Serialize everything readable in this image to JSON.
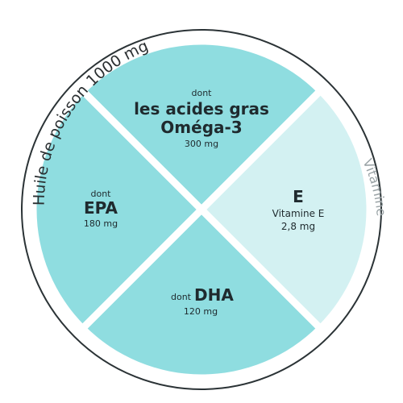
{
  "diagram": {
    "left_arc_label": "Huile de poisson 1000 mg",
    "right_arc_label": "Vitamine",
    "colors": {
      "dark_segment": "#8fdde0",
      "light_segment": "#d3f1f2",
      "outer_ring": "#2b3336",
      "separator": "#ffffff"
    },
    "quadrants": {
      "top": {
        "line1": "dont",
        "line2": "les acides gras",
        "line3": "Oméga-3",
        "line4": "300 mg"
      },
      "left": {
        "line1": "dont",
        "line2": "EPA",
        "line3": "180 mg"
      },
      "bottom": {
        "line1": "dont",
        "line2": "DHA",
        "line3": "120 mg"
      },
      "right": {
        "line1": "E",
        "line2": "Vitamine E",
        "line3": "2,8 mg"
      }
    }
  }
}
